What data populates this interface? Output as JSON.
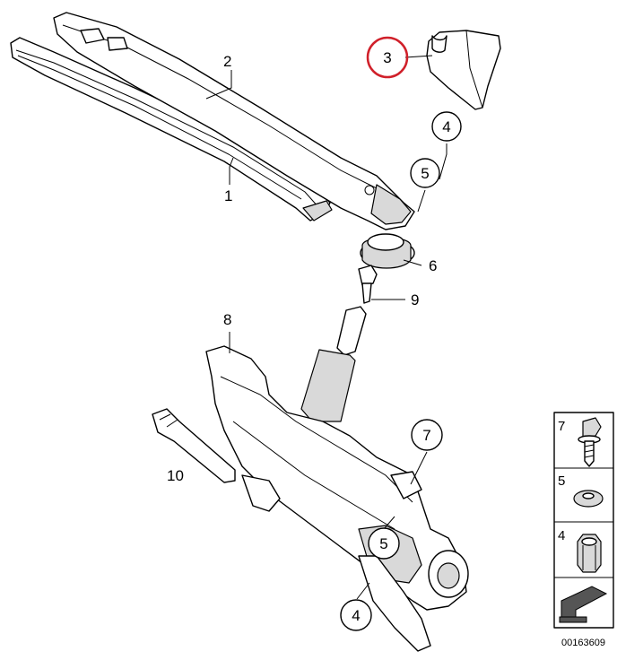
{
  "labels": {
    "p1": "1",
    "p2": "2",
    "p3": "3",
    "p4_top": "4",
    "p5_top": "5",
    "p6": "6",
    "p7": "7",
    "p8": "8",
    "p9": "9",
    "p10": "10",
    "p5_bottom": "5",
    "p4_bottom": "4"
  },
  "legend": {
    "items": [
      {
        "num": "7",
        "icon": "bolt-icon"
      },
      {
        "num": "5",
        "icon": "washer-icon"
      },
      {
        "num": "4",
        "icon": "nut-icon"
      },
      {
        "num": "",
        "icon": "footnote-arrow-icon"
      }
    ]
  },
  "doc_id": "00163609",
  "highlight_color": "#d0202a"
}
